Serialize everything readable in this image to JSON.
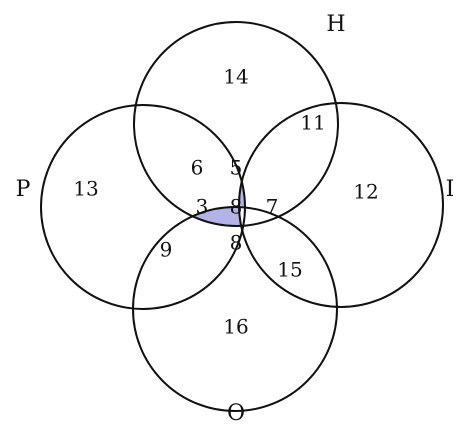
{
  "diagram": {
    "highlight_color": "#b3b3e6",
    "line_color": "#111111",
    "sets": [
      {
        "id": "H",
        "label": "H"
      },
      {
        "id": "P",
        "label": "P"
      },
      {
        "id": "I",
        "label": "I"
      },
      {
        "id": "O",
        "label": "O"
      }
    ],
    "regions": [
      {
        "id": "H-only",
        "value": "14"
      },
      {
        "id": "H-I",
        "value": "11"
      },
      {
        "id": "P-only",
        "value": "13"
      },
      {
        "id": "P-H",
        "value": "6"
      },
      {
        "id": "H-P-I",
        "value": "5"
      },
      {
        "id": "I-only",
        "value": "12"
      },
      {
        "id": "P-H-O",
        "value": "3",
        "highlighted": true
      },
      {
        "id": "H-P-I-O",
        "value": "8"
      },
      {
        "id": "H-I-O",
        "value": "7"
      },
      {
        "id": "P-O",
        "value": "9"
      },
      {
        "id": "P-I-O",
        "value": "8"
      },
      {
        "id": "I-O",
        "value": "15"
      },
      {
        "id": "O-only",
        "value": "16"
      }
    ]
  }
}
